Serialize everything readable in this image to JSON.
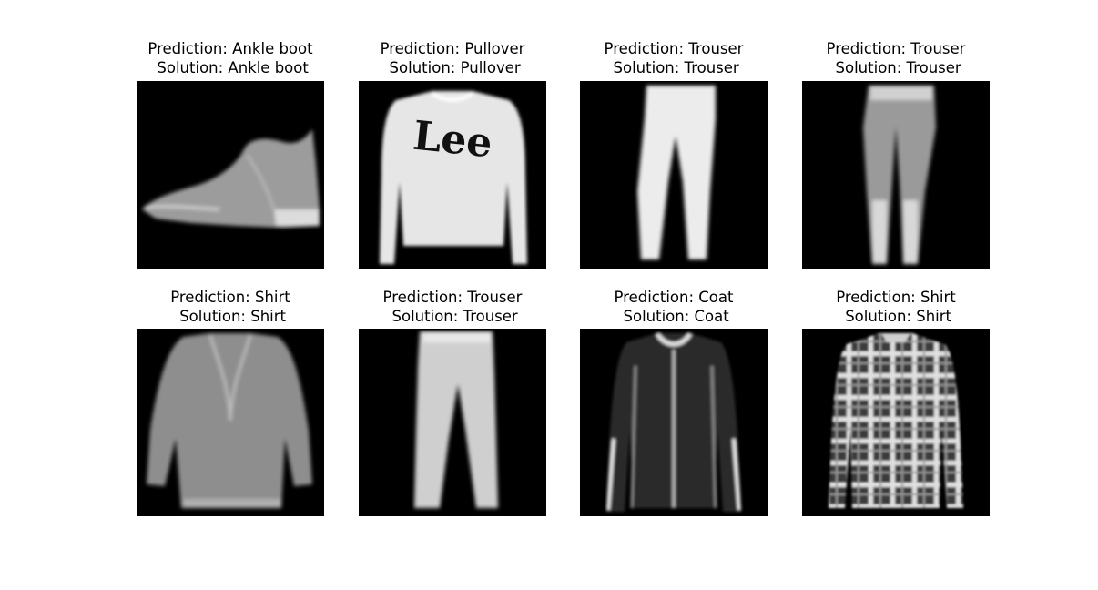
{
  "panels": [
    {
      "prediction": "Prediction: Ankle boot",
      "solution": " Solution: Ankle boot",
      "icon": "ankle-boot-image"
    },
    {
      "prediction": "Prediction: Pullover",
      "solution": " Solution: Pullover",
      "icon": "pullover-image",
      "logo_text": "Lee"
    },
    {
      "prediction": "Prediction: Trouser",
      "solution": " Solution: Trouser",
      "icon": "trouser-image"
    },
    {
      "prediction": "Prediction: Trouser",
      "solution": " Solution: Trouser",
      "icon": "trouser-image"
    },
    {
      "prediction": "Prediction: Shirt",
      "solution": " Solution: Shirt",
      "icon": "shirt-image"
    },
    {
      "prediction": "Prediction: Trouser",
      "solution": " Solution: Trouser",
      "icon": "trouser-image"
    },
    {
      "prediction": "Prediction: Coat",
      "solution": " Solution: Coat",
      "icon": "coat-image"
    },
    {
      "prediction": "Prediction: Shirt",
      "solution": " Solution: Shirt",
      "icon": "plaid-shirt-image"
    }
  ]
}
